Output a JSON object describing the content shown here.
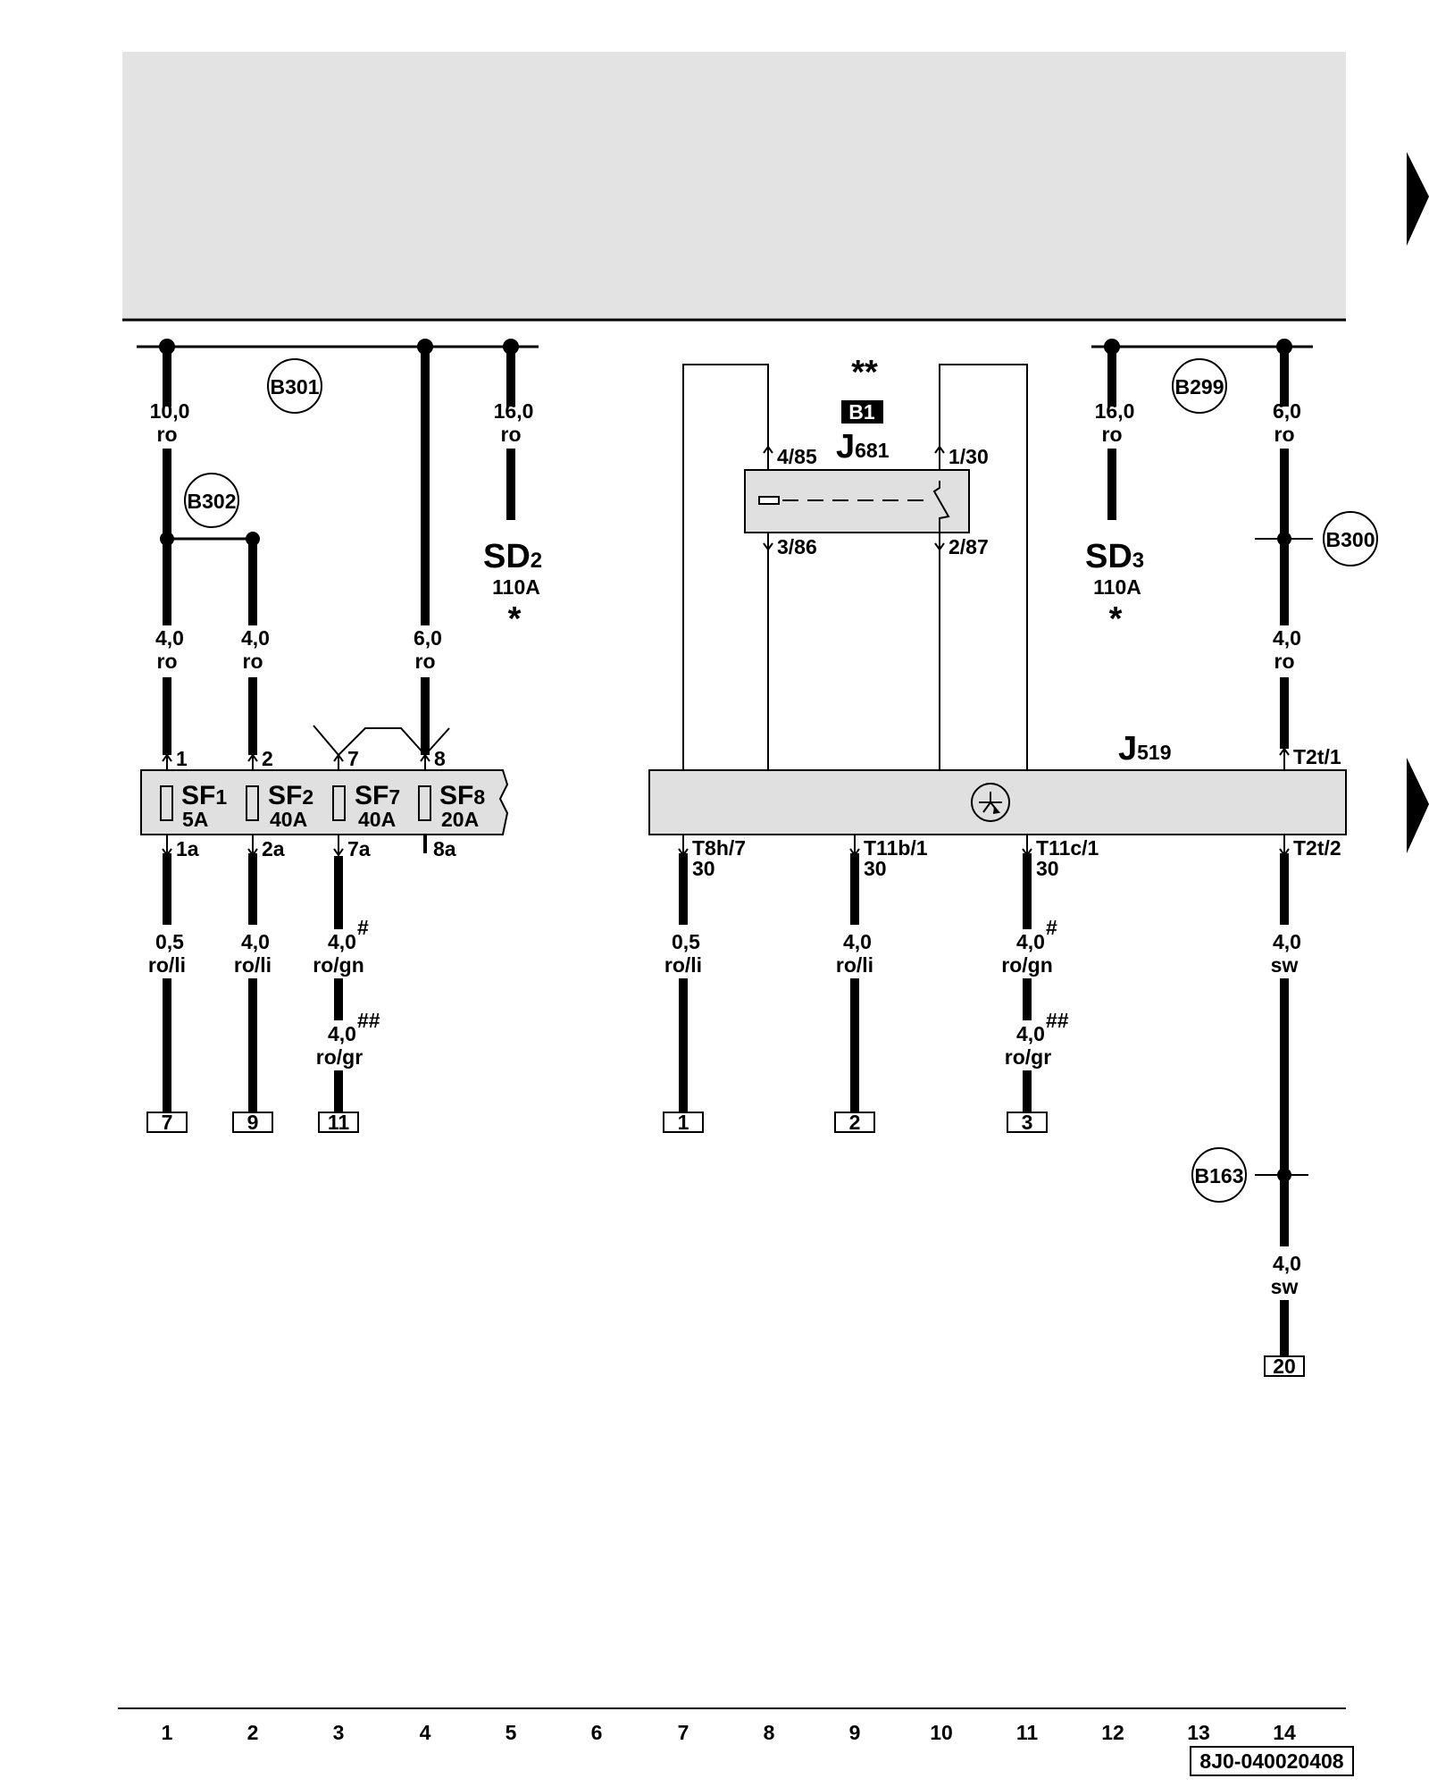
{
  "header_area": {
    "fill": "#e3e3e3"
  },
  "colors": {
    "component_fill": "#e0e0e0",
    "wire": "#000000"
  },
  "splices": [
    {
      "label": "B301"
    },
    {
      "label": "B302"
    },
    {
      "label": "B299"
    },
    {
      "label": "B300"
    },
    {
      "label": "B163"
    }
  ],
  "wires": {
    "w1_top": {
      "size": "10,0",
      "color": "ro"
    },
    "w1_mid": {
      "size": "4,0",
      "color": "ro"
    },
    "w1_bot": {
      "size": "0,5",
      "color": "ro/li"
    },
    "w2_mid": {
      "size": "4,0",
      "color": "ro"
    },
    "w2_bot": {
      "size": "4,0",
      "color": "ro/li"
    },
    "w3_bot1": {
      "size": "4,0",
      "mark": "#",
      "color": "ro/gn"
    },
    "w3_bot2": {
      "size": "4,0",
      "mark": "##",
      "color": "ro/gr"
    },
    "w4_mid": {
      "size": "6,0",
      "color": "ro"
    },
    "w5_top": {
      "size": "16,0",
      "color": "ro"
    },
    "w7_bot": {
      "size": "0,5",
      "color": "ro/li"
    },
    "w9_bot": {
      "size": "4,0",
      "color": "ro/li"
    },
    "w11_bot1": {
      "size": "4,0",
      "mark": "#",
      "color": "ro/gn"
    },
    "w11_bot2": {
      "size": "4,0",
      "mark": "##",
      "color": "ro/gr"
    },
    "w12_top": {
      "size": "16,0",
      "color": "ro"
    },
    "w14_top": {
      "size": "6,0",
      "color": "ro"
    },
    "w14_mid": {
      "size": "4,0",
      "color": "ro"
    },
    "w14_bot1": {
      "size": "4,0",
      "color": "sw"
    },
    "w14_bot2": {
      "size": "4,0",
      "color": "sw"
    }
  },
  "fuses_left": [
    {
      "base": "SF",
      "sub": "1",
      "rating": "5A",
      "pin_in": "1",
      "pin_out": "1a"
    },
    {
      "base": "SF",
      "sub": "2",
      "rating": "40A",
      "pin_in": "2",
      "pin_out": "2a"
    },
    {
      "base": "SF",
      "sub": "7",
      "rating": "40A",
      "pin_in": "7",
      "pin_out": "7a"
    },
    {
      "base": "SF",
      "sub": "8",
      "rating": "20A",
      "pin_in": "8",
      "pin_out": "8a"
    }
  ],
  "sd2": {
    "base": "SD",
    "sub": "2",
    "rating": "110A",
    "note": "*"
  },
  "sd3": {
    "base": "SD",
    "sub": "3",
    "rating": "110A",
    "note": "*"
  },
  "relay": {
    "note": "**",
    "location": "B1",
    "base": "J",
    "sub": "681",
    "pins": {
      "p4": "4/85",
      "p1": "1/30",
      "p3": "3/86",
      "p2": "2/87"
    }
  },
  "control_unit": {
    "base": "J",
    "sub": "519",
    "pins": {
      "t2t1": "T2t/1",
      "t8h7": "T8h/7",
      "t11b1": "T11b/1",
      "t11c1": "T11c/1",
      "t2t2": "T2t/2",
      "term30a": "30",
      "term30b": "30",
      "term30c": "30"
    }
  },
  "refs": [
    "7",
    "9",
    "11",
    "1",
    "2",
    "3",
    "20"
  ],
  "ruler": [
    "1",
    "2",
    "3",
    "4",
    "5",
    "6",
    "7",
    "8",
    "9",
    "10",
    "11",
    "12",
    "13",
    "14"
  ],
  "doc_id": "8J0-040020408",
  "nav_arrows": [
    "page-arrow-top",
    "page-arrow-bottom"
  ]
}
